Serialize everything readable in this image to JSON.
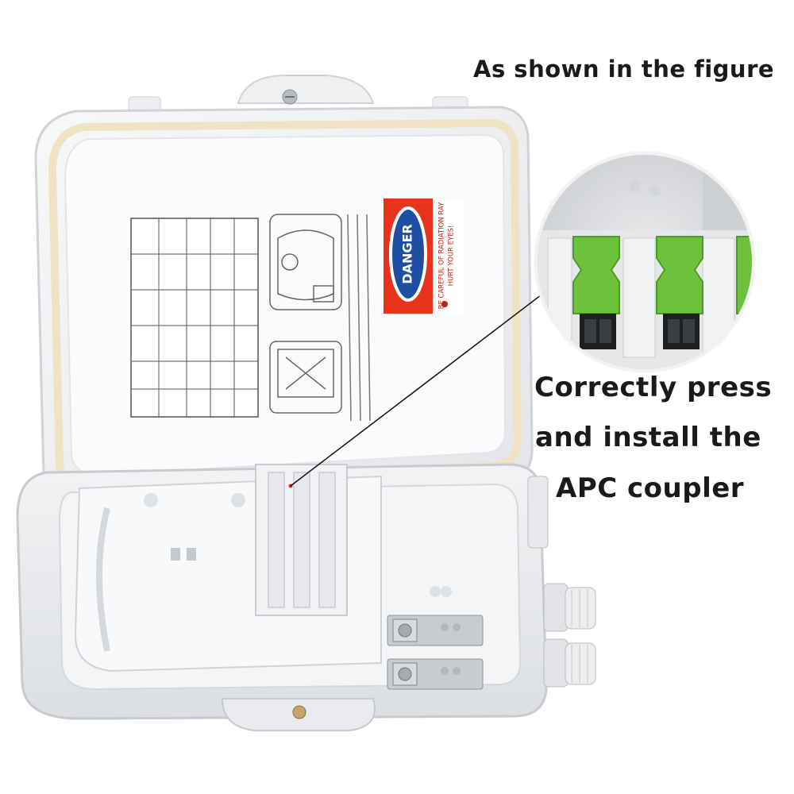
{
  "captions": {
    "top": "As shown in the figure",
    "line1": "Correctly press",
    "line2": "and install the",
    "line3": "APC coupler"
  },
  "danger_label": {
    "title": "DANGER",
    "line1": "BE CAREFUL OF RADIATION RAY",
    "line2": "HURT YOUR EYES!"
  },
  "colors": {
    "background": "#ffffff",
    "enclosure": "#eceef0",
    "danger_red": "#e8321e",
    "danger_blue": "#1f4fa3",
    "adapter_green": "#6cc23a",
    "callout_line": "#111111"
  },
  "icons": {
    "danger": "danger-oval-icon",
    "laser": "laser-warning-icon"
  }
}
